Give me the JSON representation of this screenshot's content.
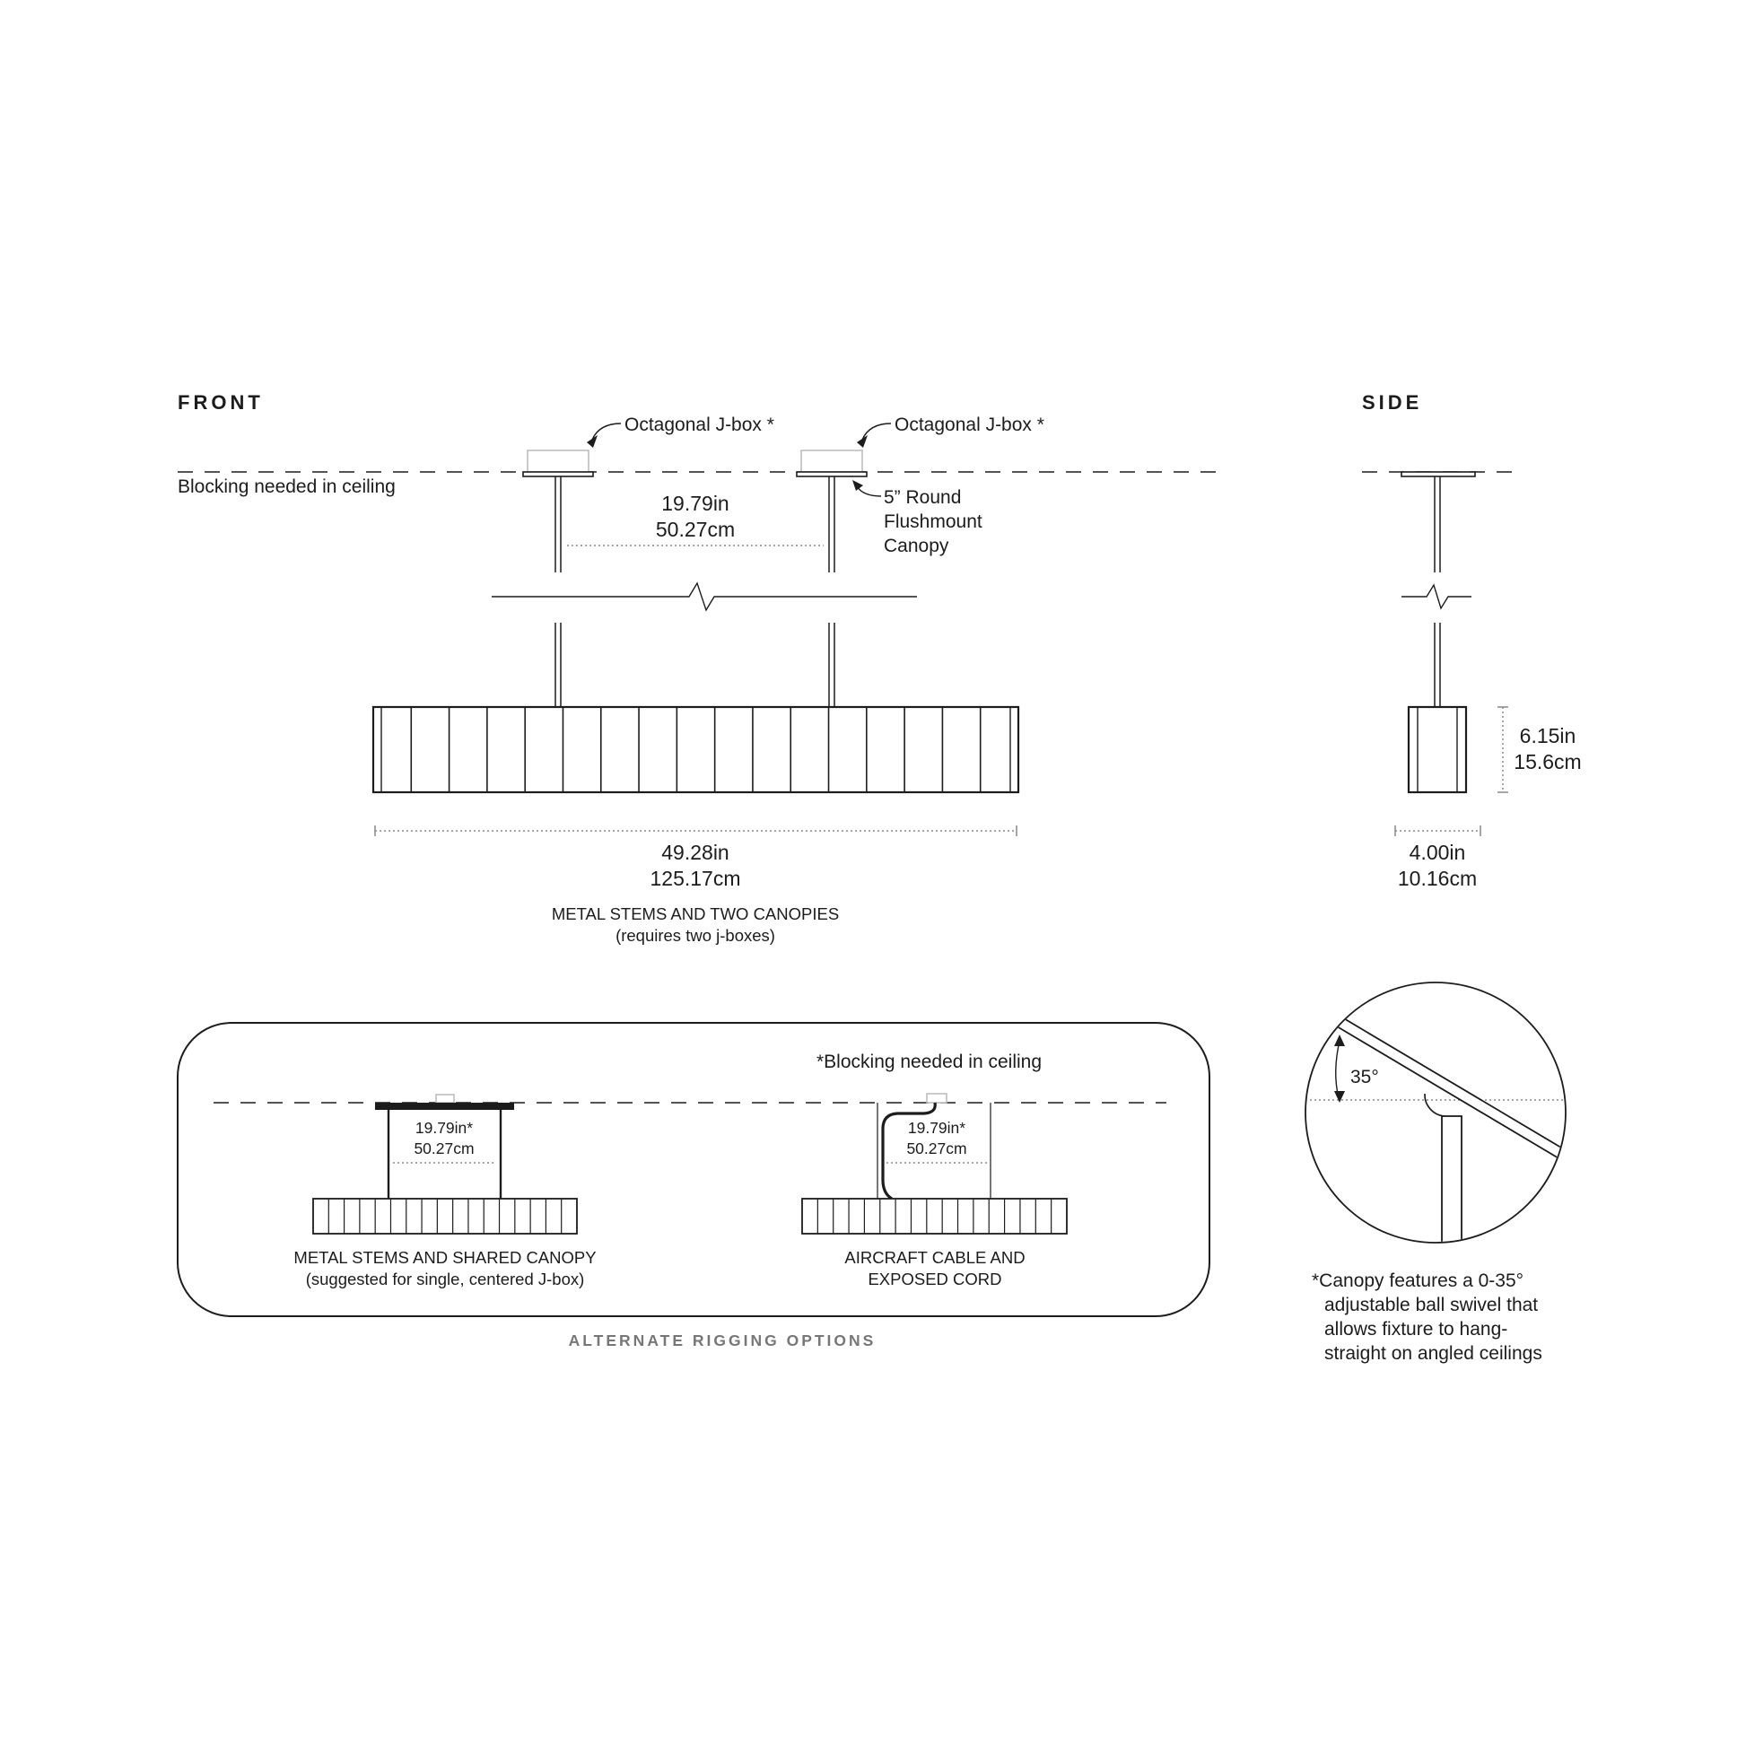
{
  "front": {
    "heading": "FRONT",
    "jbox_left": "Octagonal J-box *",
    "jbox_right": "Octagonal J-box *",
    "blocking": "Blocking needed in ceiling",
    "canopy_lines": [
      "5” Round",
      "Flushmount",
      "Canopy"
    ],
    "stem_spacing_in": "19.79in",
    "stem_spacing_cm": "50.27cm",
    "width_in": "49.28in",
    "width_cm": "125.17cm",
    "caption": [
      "METAL STEMS AND TWO CANOPIES",
      "(requires two j-boxes)"
    ]
  },
  "side": {
    "heading": "SIDE",
    "height_in": "6.15in",
    "height_cm": "15.6cm",
    "depth_in": "4.00in",
    "depth_cm": "10.16cm"
  },
  "alternate": {
    "heading": "ALTERNATE RIGGING OPTIONS",
    "blocking": "*Blocking needed in ceiling",
    "option1": {
      "spacing_in": "19.79in*",
      "spacing_cm": "50.27cm",
      "caption": [
        "METAL STEMS AND SHARED CANOPY",
        "(suggested for single, centered J-box)"
      ]
    },
    "option2": {
      "spacing_in": "19.79in*",
      "spacing_cm": "50.27cm",
      "caption": [
        "AIRCRAFT CABLE AND",
        "EXPOSED CORD"
      ]
    }
  },
  "swivel": {
    "angle": "35°",
    "note": [
      "*Canopy features a 0-35°",
      "adjustable ball swivel that",
      "allows fixture to hang-",
      "straight on angled ceilings"
    ]
  }
}
